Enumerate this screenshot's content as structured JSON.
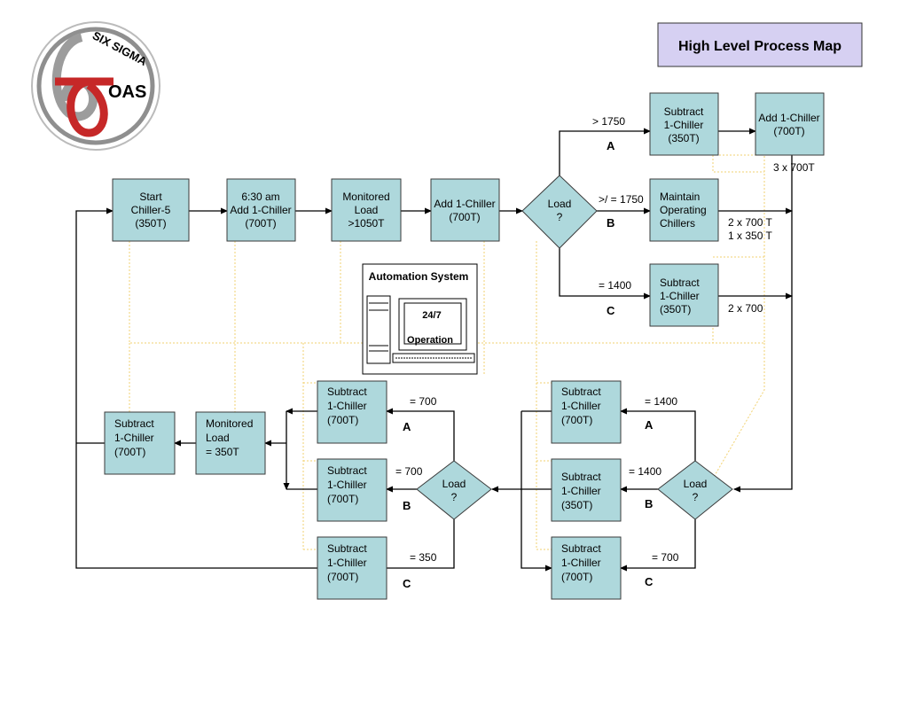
{
  "title": "High Level Process Map",
  "logo": {
    "top": "SIX SIGMA",
    "bottom": "OAS",
    "icon": "six-sigma-logo"
  },
  "automation": {
    "title": "Automation System",
    "line1": "24/7",
    "line2": "Operation"
  },
  "top_row": {
    "start": [
      "Start",
      "Chiller-5",
      "(350T)"
    ],
    "add_630": [
      "6:30 am",
      "Add 1-Chiller",
      "(700T)"
    ],
    "monitored": [
      "Monitored",
      "Load",
      ">1050T"
    ],
    "add": [
      "Add 1-Chiller",
      "(700T)"
    ],
    "decision": [
      "Load",
      "?"
    ]
  },
  "right_col": {
    "a_box": [
      "Subtract",
      "1-Chiller",
      "(350T)"
    ],
    "a_add": [
      "Add 1-Chiller",
      "(700T)"
    ],
    "b_box": [
      "Maintain",
      "Operating",
      "Chillers"
    ],
    "c_box": [
      "Subtract",
      "1-Chiller",
      "(350T)"
    ],
    "a_cond": "> 1750",
    "b_cond": ">/ = 1750",
    "c_cond": "= 1400",
    "a_letter": "A",
    "b_letter": "B",
    "c_letter": "C",
    "a_result": "3 x  700T",
    "b_result_1": "2 x 700 T",
    "b_result_2": "1 x 350 T",
    "c_result": "2 x 700"
  },
  "bottom_right": {
    "decision": [
      "Load",
      "?"
    ],
    "a_box": [
      "Subtract",
      "1-Chiller",
      "(700T)"
    ],
    "b_box": [
      "Subtract",
      "1-Chiller",
      "(350T)"
    ],
    "c_box": [
      "Subtract",
      "1-Chiller",
      "(700T)"
    ],
    "a_cond": "= 1400",
    "b_cond": "= 1400",
    "c_cond": "= 700",
    "a_letter": "A",
    "b_letter": "B",
    "c_letter": "C"
  },
  "bottom_mid": {
    "decision": [
      "Load",
      "?"
    ],
    "a_box": [
      "Subtract",
      "1-Chiller",
      "(700T)"
    ],
    "b_box": [
      "Subtract",
      "1-Chiller",
      "(700T)"
    ],
    "c_box": [
      "Subtract",
      "1-Chiller",
      "(700T)"
    ],
    "a_cond": "= 700",
    "b_cond": "= 700",
    "c_cond": "= 350",
    "a_letter": "A",
    "b_letter": "B",
    "c_letter": "C"
  },
  "bottom_left": {
    "monitored": [
      "Monitored",
      "Load",
      "= 350T"
    ],
    "subtract": [
      "Subtract",
      "1-Chiller",
      "(700T)"
    ]
  }
}
